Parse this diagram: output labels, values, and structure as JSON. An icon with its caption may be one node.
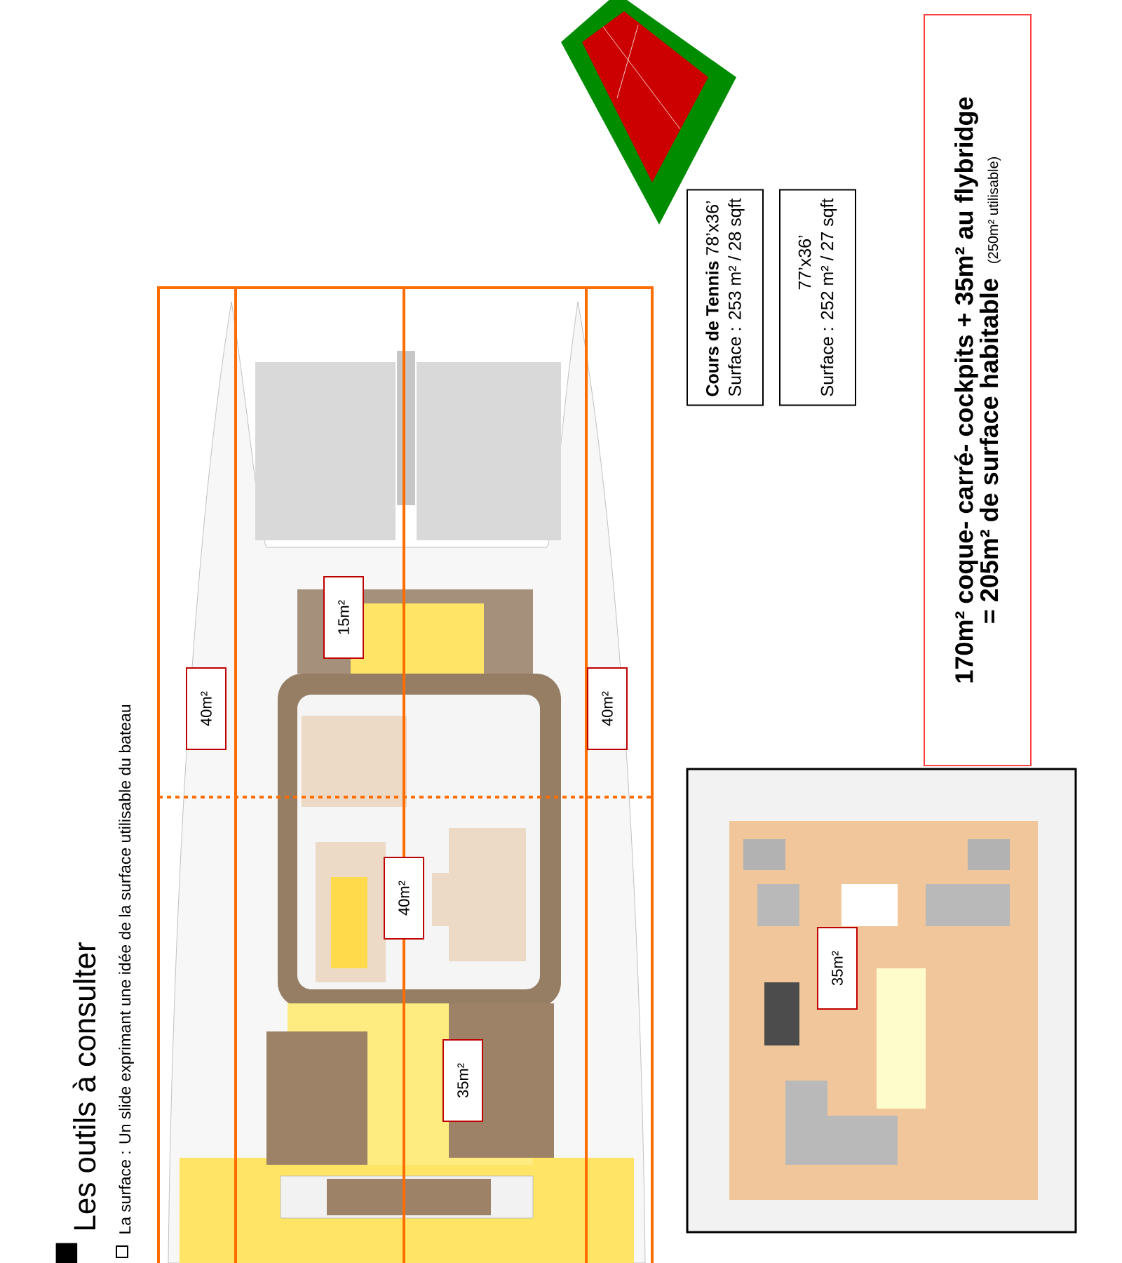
{
  "diagram": {
    "title": "Les outils à consulter",
    "nodes": [
      {
        "text": [
          "40m²"
        ]
      },
      {
        "text": [
          "15m²"
        ]
      },
      {
        "text": [
          "40m²"
        ]
      },
      {
        "text": [
          "35m²"
        ]
      },
      {
        "text": [
          "40m²"
        ]
      },
      {
        "text": [
          "**Cours de Tennis** 78’x36’",
          "Surface : 253 m² / 28 sqft"
        ]
      },
      {
        "text": [
          "77’x36’",
          "Surface : 252 m² / 27 sqft"
        ]
      },
      {
        "text": [
          "170m² coque- carré- cockpits + 35m² au flybridge",
          "= 205m² de surface habitable",
          "(250m² utilisable)"
        ]
      },
      {
        "text": [
          "35m²"
        ]
      }
    ],
    "edges": [],
    "labels": [
      "La surface : Un slide exprimant une idée de la surface utilisable du bateau"
    ]
  }
}
